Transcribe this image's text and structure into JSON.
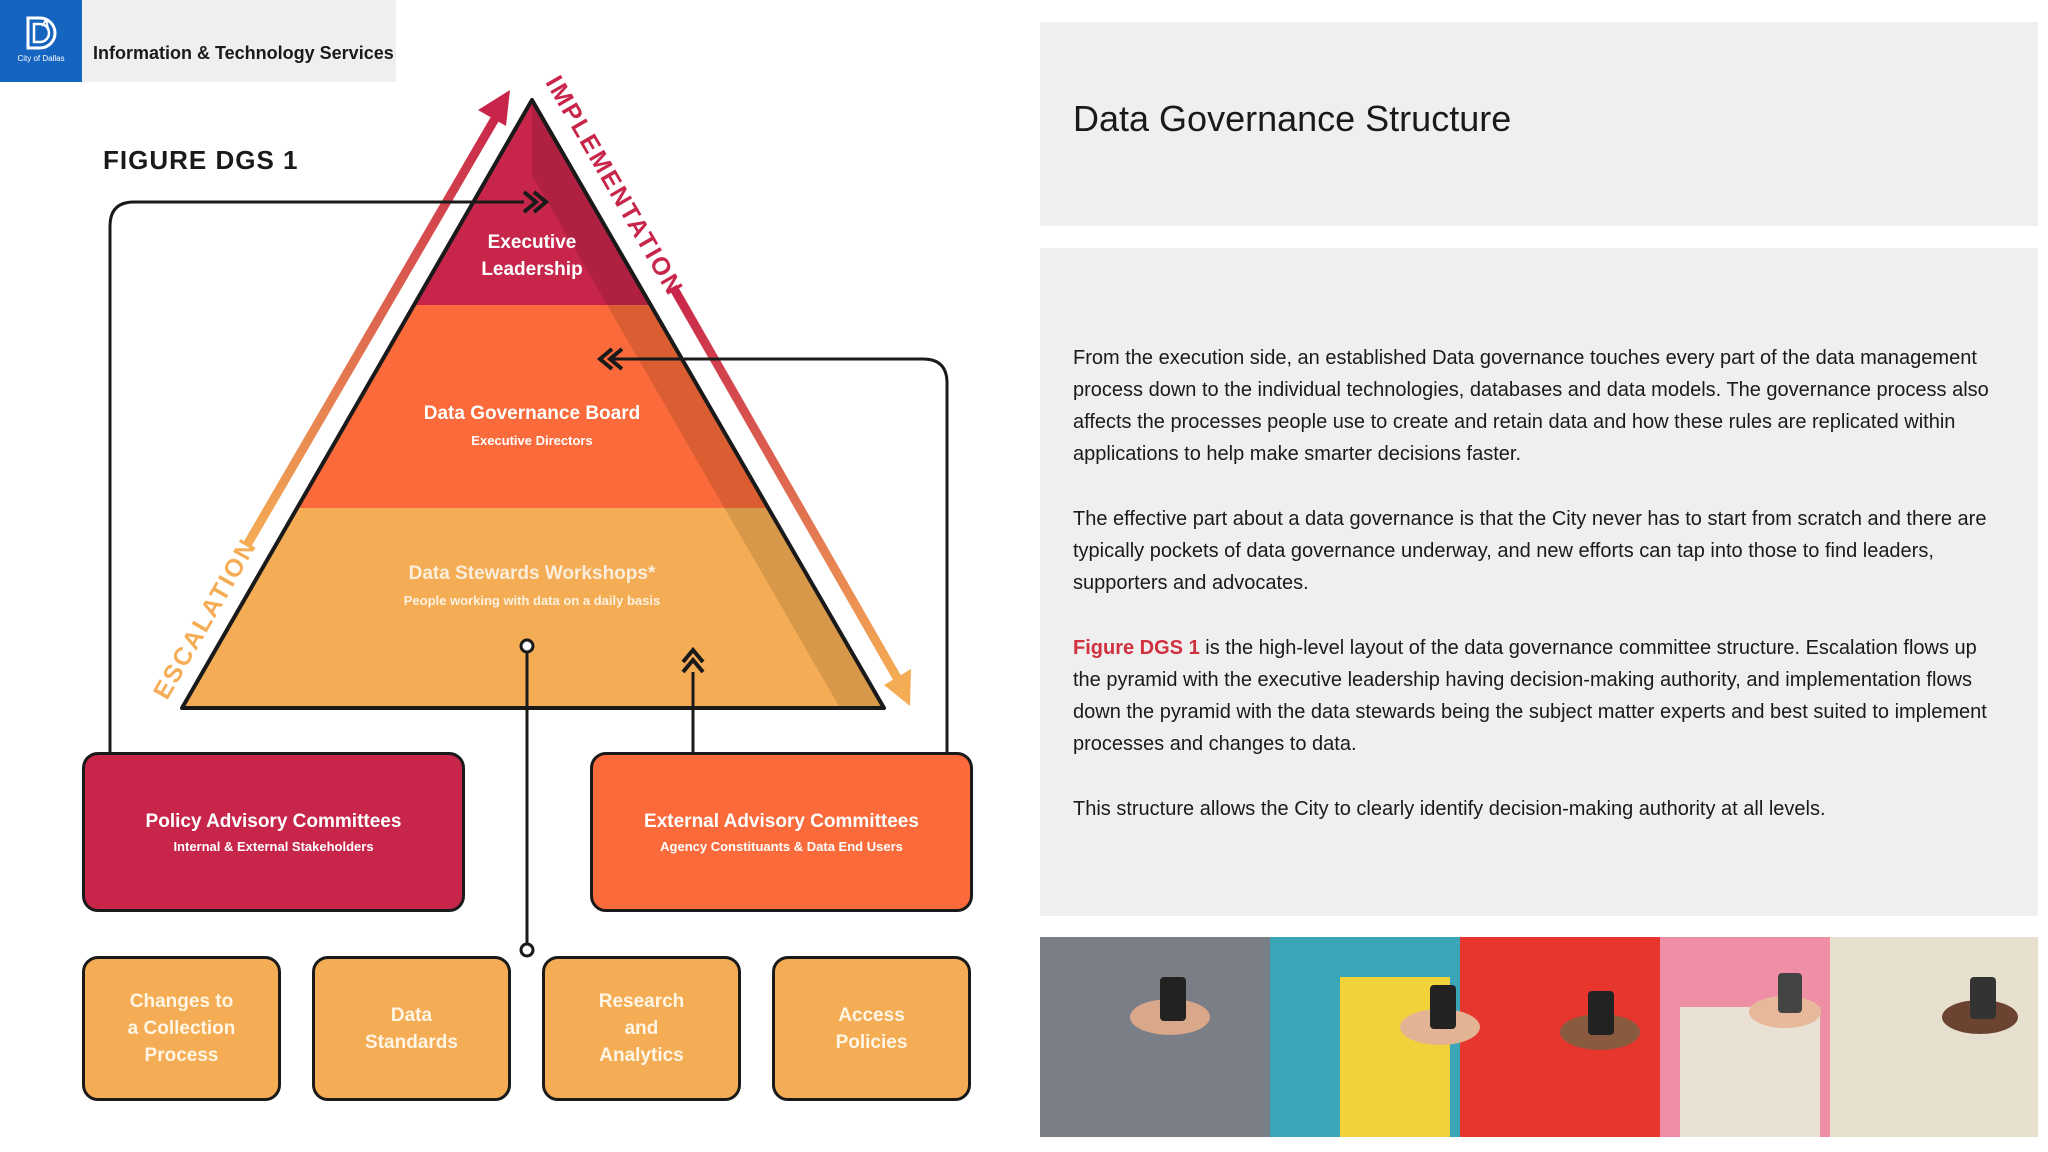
{
  "header": {
    "logo_text": "City of Dallas",
    "department": "Information & Technology Services"
  },
  "figure": {
    "label": "FIGURE DGS 1",
    "arrows": {
      "up_label": "ESCALATION",
      "down_label": "IMPLEMENTATION"
    },
    "tiers": [
      {
        "title": "Executive\nLeadership",
        "subtitle": ""
      },
      {
        "title": "Data Governance Board",
        "subtitle": "Executive Directors"
      },
      {
        "title": "Data Stewards Workshops*",
        "subtitle": "People working with data on a daily basis"
      }
    ],
    "committees": [
      {
        "title": "Policy Advisory Committees",
        "subtitle": "Internal & External Stakeholders"
      },
      {
        "title": "External Advisory Committees",
        "subtitle": "Agency Constituants & Data End Users"
      }
    ],
    "workgroups": [
      "Changes to\na Collection\nProcess",
      "Data\nStandards",
      "Research\nand\nAnalytics",
      "Access\nPolicies"
    ],
    "colors": {
      "executive": "#c8254a",
      "board": "#fa6a3a",
      "stewards": "#f5ad55",
      "outline": "#1a1a1a"
    }
  },
  "content": {
    "title": "Data Governance Structure",
    "paragraph_1": "From the execution side, an established Data governance touches every part of the data management process down to the individual technologies, databases and data models. The governance process also affects the processes people use to create and retain data and how these rules are replicated within applications to help make smarter decisions faster.",
    "paragraph_2": "The effective part about a data governance is that the City never has to start from scratch and there are typically pockets of data governance underway, and new efforts can tap into those to find leaders, supporters and advocates.",
    "paragraph_3_ref": "Figure DGS 1",
    "paragraph_3_rest": " is the high-level layout of the data governance committee structure. Escalation flows up the pyramid with the executive leadership having decision-making authority, and implementation flows down the pyramid with the data stewards being the subject matter experts and best suited to implement processes and changes to data.",
    "paragraph_4": "This structure allows the City to clearly identify decision-making authority at all levels."
  }
}
